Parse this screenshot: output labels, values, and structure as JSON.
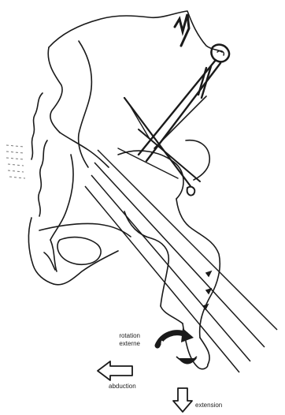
{
  "figure": {
    "labels": {
      "rotation": [
        "rotation",
        "externe"
      ],
      "abduction": "abduction",
      "extension": "extension"
    },
    "icons": {
      "rotation_arrow": "curved-rotation-arrow-icon",
      "abduction_arrow": "left-arrow-icon",
      "extension_arrow": "down-arrow-icon"
    },
    "colors": {
      "ink": "#1a1a1a",
      "paper": "#ffffff"
    }
  }
}
